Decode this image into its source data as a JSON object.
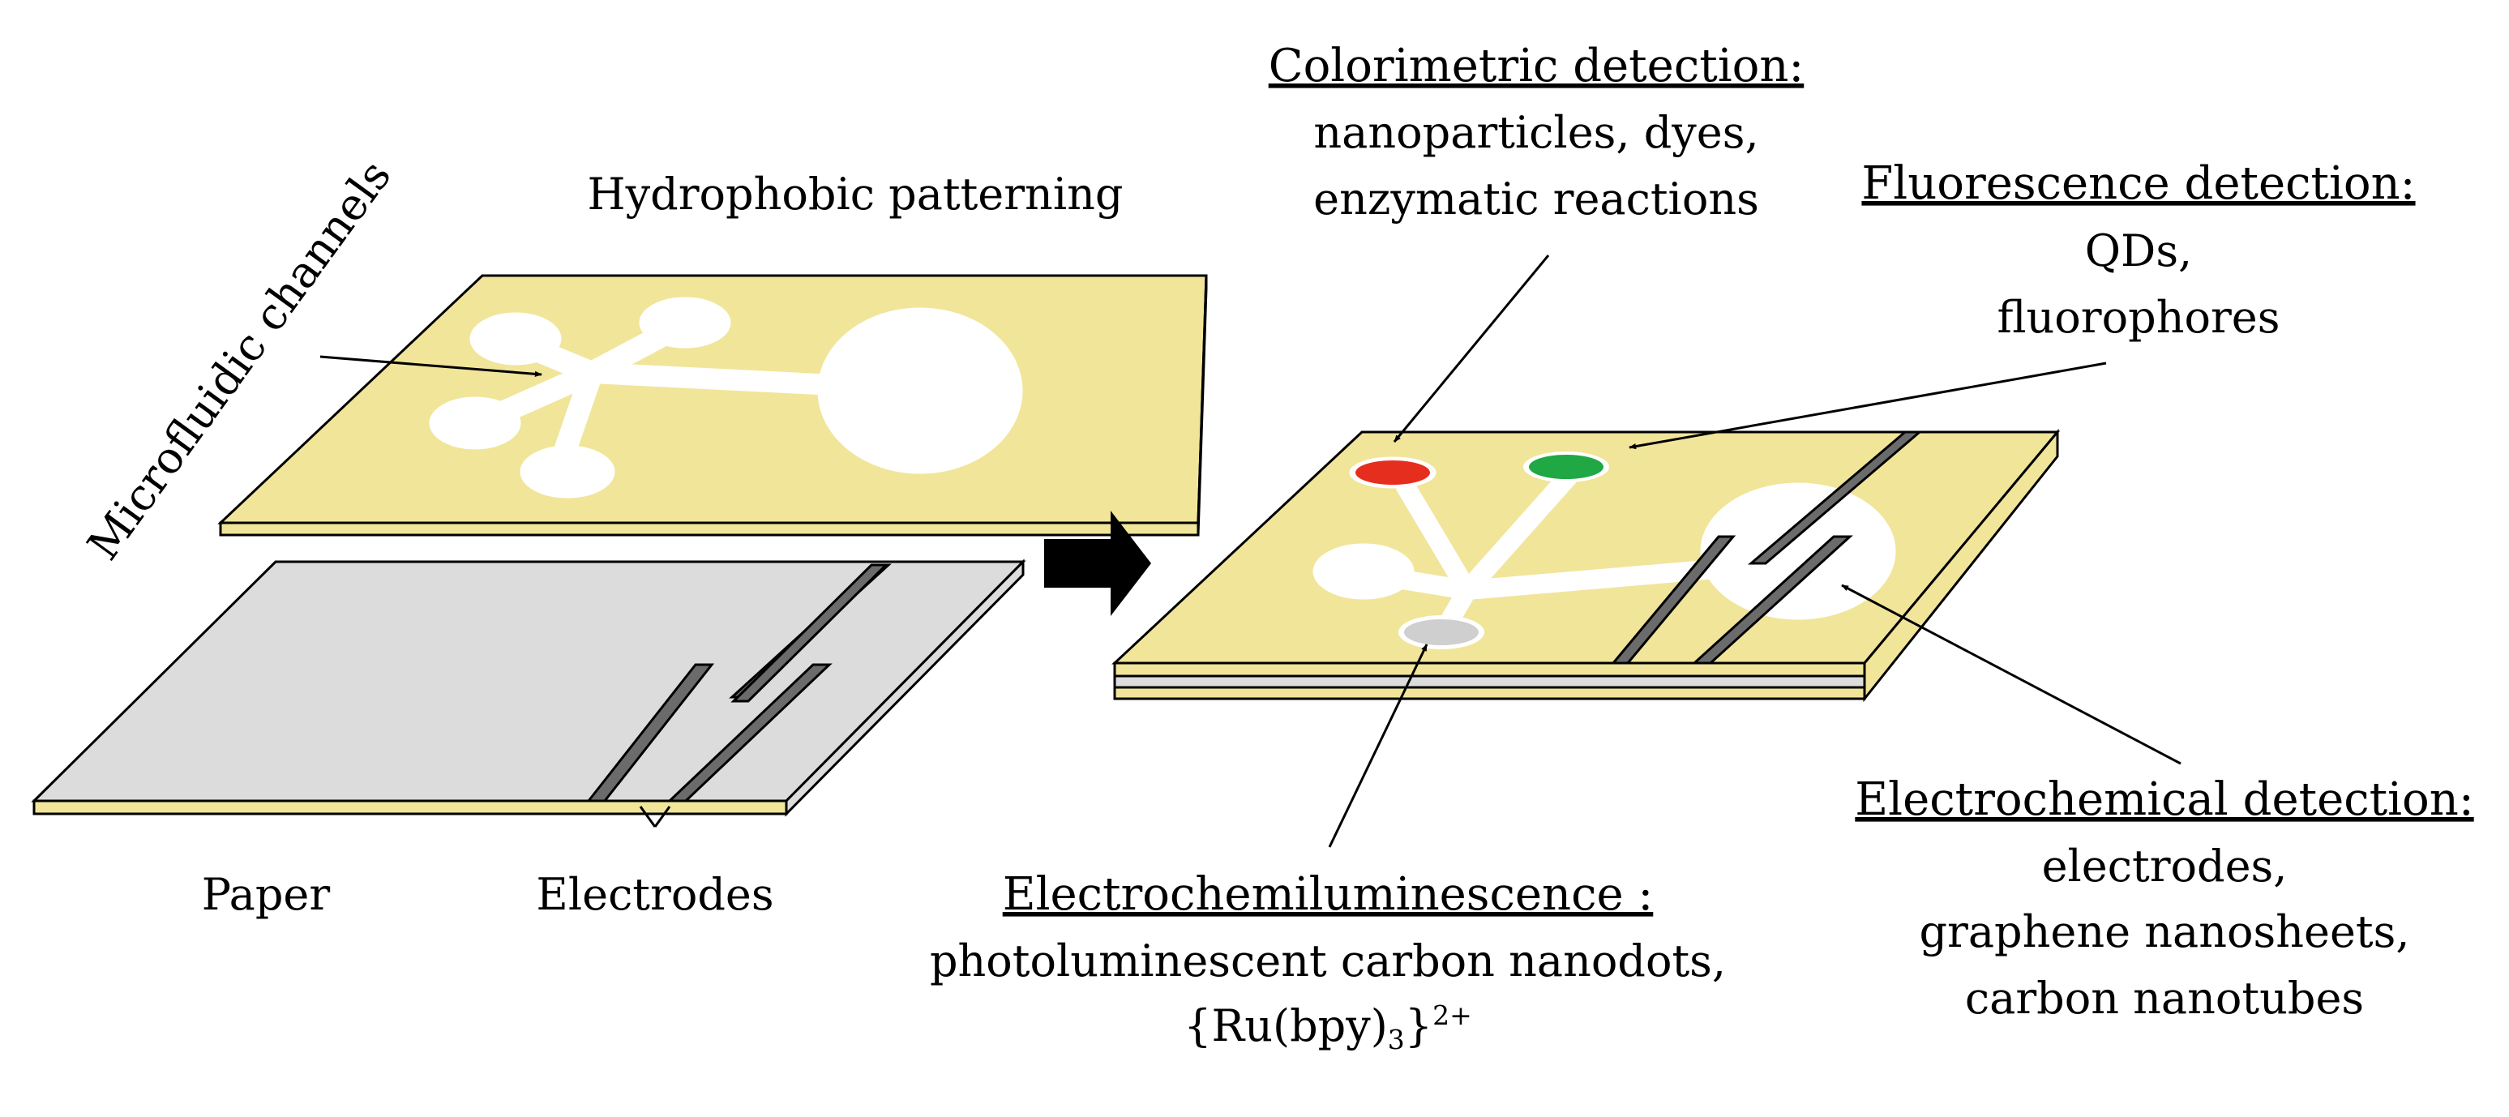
{
  "colors": {
    "paper_yellow": "#f1e59a",
    "paper_gray": "#dcdcdc",
    "electrode": "#6b6b6b",
    "spot_red": "#e62e1e",
    "spot_green": "#1fa843",
    "spot_gray": "#cfcfcf",
    "arrow": "#000000"
  },
  "left": {
    "hydrophobic_label": "Hydrophobic patterning",
    "microfluidic_label": "Microfluidic channels",
    "paper_label": "Paper",
    "electrodes_label": "Electrodes"
  },
  "right": {
    "colorimetric": {
      "title": "Colorimetric detection:",
      "lines": [
        "nanoparticles, dyes,",
        "enzymatic reactions"
      ]
    },
    "fluorescence": {
      "title": "Fluorescence detection:",
      "lines": [
        "QDs,",
        "fluorophores"
      ]
    },
    "ecl": {
      "title": "Electrochemiluminescence :",
      "line1": "photoluminescent carbon nanodots,",
      "line2_main": "{Ru(bpy)",
      "line2_sub": "3",
      "line2_close": "}",
      "line2_sup": "2+"
    },
    "electrochemical": {
      "title": "Electrochemical detection:",
      "lines": [
        "electrodes,",
        "graphene  nanosheets,",
        "carbon nanotubes"
      ]
    }
  }
}
